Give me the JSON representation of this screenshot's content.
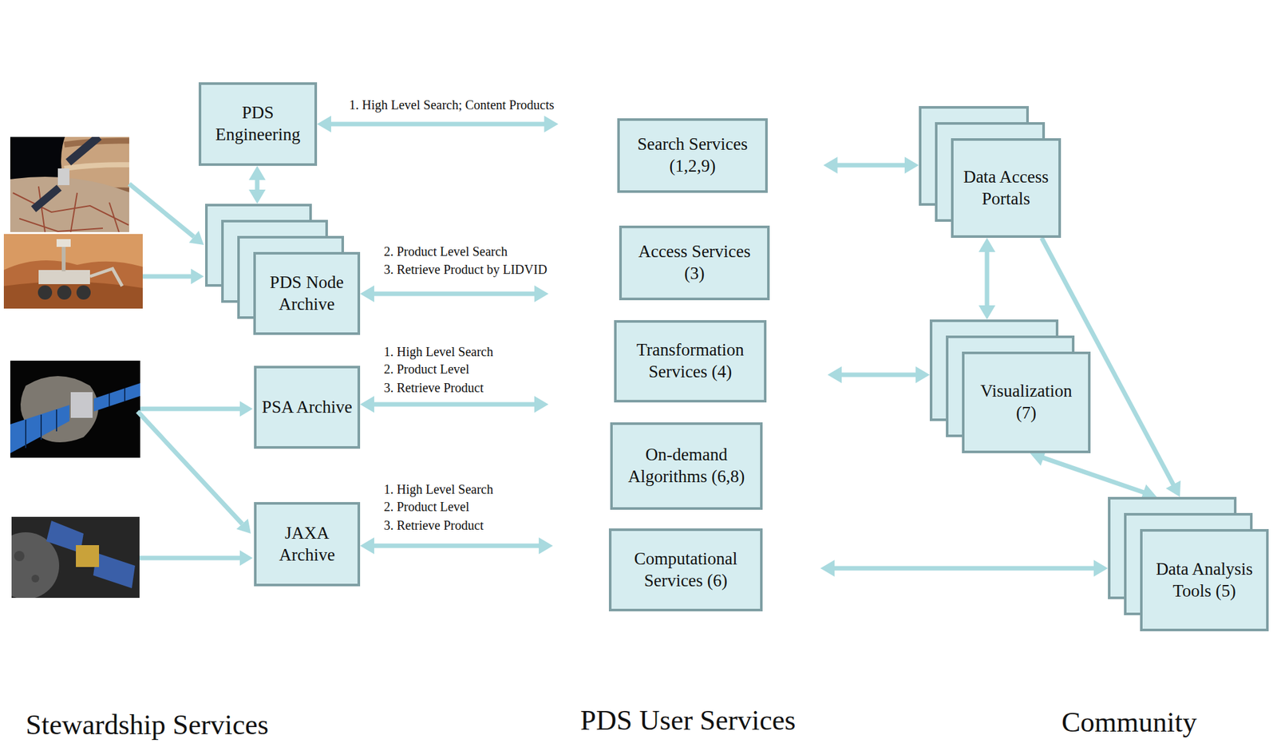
{
  "diagram": {
    "nodes": [
      {
        "text": [
          "PDS Engineering"
        ]
      },
      {
        "text": [
          "PDS Node Archive"
        ]
      },
      {
        "text": [
          "PSA Archive"
        ]
      },
      {
        "text": [
          "JAXA Archive"
        ]
      },
      {
        "text": [
          "PDS User Services"
        ]
      },
      {
        "text": [
          "Search Services (1,2,9)"
        ],
        "in": 4
      },
      {
        "text": [
          "Access Services (3)"
        ],
        "in": 4
      },
      {
        "text": [
          "Transformation Services (4)"
        ],
        "in": 4
      },
      {
        "text": [
          "On-demand Algorithms (6,8)"
        ],
        "in": 4
      },
      {
        "text": [
          "Computational Services (6)"
        ],
        "in": 4
      },
      {
        "text": [
          "Data Access Portals"
        ]
      },
      {
        "text": [
          "Visualization (7)"
        ]
      },
      {
        "text": [
          "Data Analysis Tools (5)"
        ]
      }
    ],
    "edges": [
      {
        "from": 0,
        "to": 4,
        "arrow": "both"
      },
      {
        "from": 0,
        "to": 1,
        "arrow": "both"
      },
      {
        "from": 1,
        "to": 4,
        "arrow": "both"
      },
      {
        "from": 2,
        "to": 4,
        "arrow": "both"
      },
      {
        "from": 3,
        "to": 4,
        "arrow": "both"
      },
      {
        "from": 4,
        "to": 10,
        "arrow": "both"
      },
      {
        "from": 4,
        "to": 11,
        "arrow": "both"
      },
      {
        "from": 4,
        "to": 12,
        "arrow": "both"
      },
      {
        "from": 10,
        "to": 11,
        "arrow": "both"
      },
      {
        "from": 11,
        "to": 12,
        "arrow": "both"
      },
      {
        "from": 10,
        "to": 12,
        "arrow": "to"
      }
    ],
    "labels": [
      "1. High Level Search; Content Products",
      "2. Product Level Search",
      "3. Retrieve Product by LIDVID",
      "1. High Level Search",
      "2. Product Level",
      "3. Retrieve Product",
      "1. High Level Search",
      "2. Product Level",
      "3. Retrieve Product",
      "Stewardship Services",
      "Community"
    ]
  }
}
